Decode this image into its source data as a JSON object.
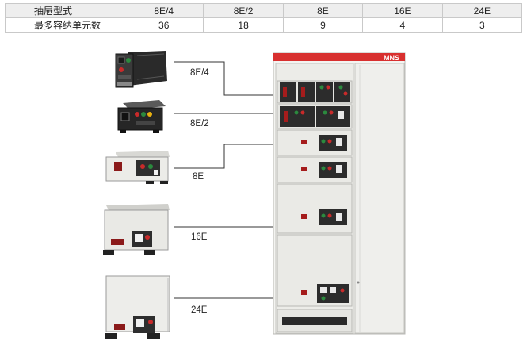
{
  "table": {
    "header": [
      "抽屉型式",
      "8E/4",
      "8E/2",
      "8E",
      "16E",
      "24E"
    ],
    "row": [
      "最多容纳单元数",
      "36",
      "18",
      "9",
      "4",
      "3"
    ]
  },
  "modules": [
    {
      "label": "8E/4"
    },
    {
      "label": "8E/2"
    },
    {
      "label": "8E"
    },
    {
      "label": "16E"
    },
    {
      "label": "24E"
    }
  ],
  "cabinet": {
    "brand": "MNS",
    "brand_color": "#d8302f"
  },
  "colors": {
    "header_bg": "#eeeeee",
    "border": "#c9c9c9"
  }
}
